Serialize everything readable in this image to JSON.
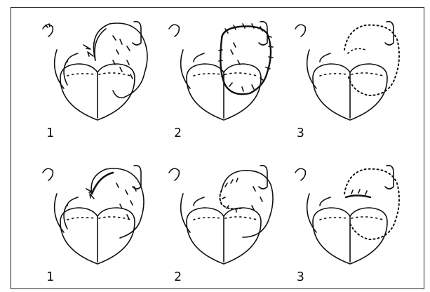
{
  "figure": {
    "rows": [
      {
        "row": "top",
        "panels": [
          {
            "label": "1"
          },
          {
            "label": "2"
          },
          {
            "label": "3"
          }
        ]
      },
      {
        "row": "bottom",
        "panels": [
          {
            "label": "1"
          },
          {
            "label": "2"
          },
          {
            "label": "3"
          }
        ]
      }
    ]
  }
}
